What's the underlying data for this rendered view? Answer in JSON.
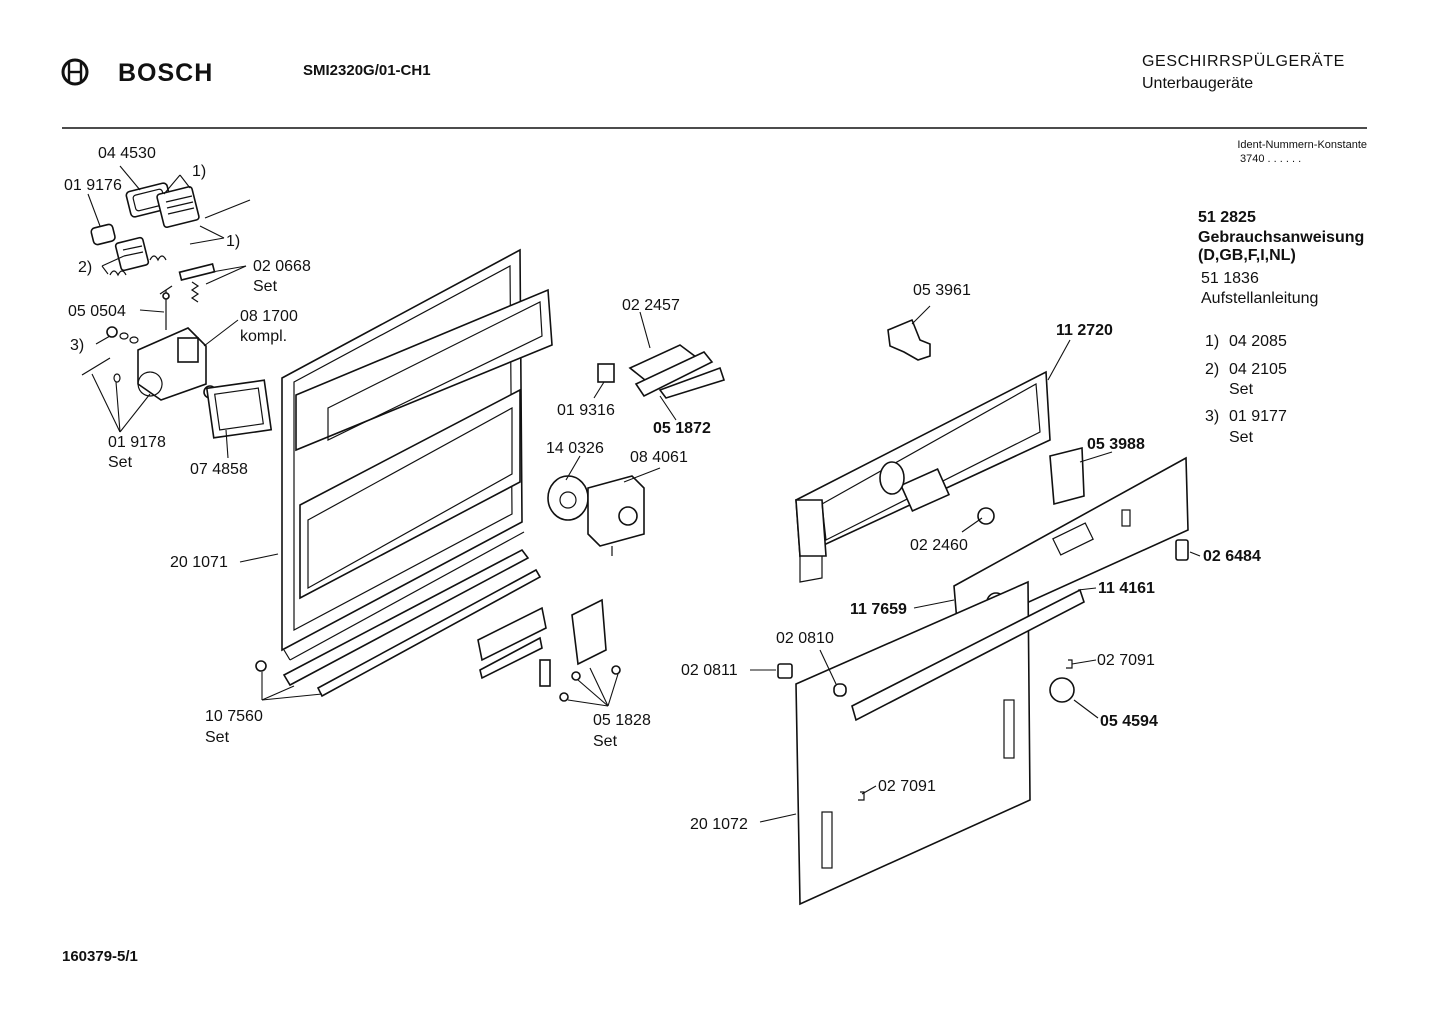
{
  "header": {
    "brand": "BOSCH",
    "model": "SMI2320G/01-CH1",
    "category": "GESCHIRRSPÜLGERÄTE",
    "subcategory": "Unterbaugeräte"
  },
  "ident": {
    "title": "Ident-Nummern-Konstante",
    "value": "3740  . .   . . . ."
  },
  "documents": [
    {
      "number": "51 2825",
      "label": "Gebrauchsanweisung",
      "extra": "(D,GB,F,I,NL)"
    },
    {
      "number": "51 1836",
      "label": "Aufstellanleitung"
    }
  ],
  "footnotes": [
    {
      "marker": "1)",
      "number": "04 2085",
      "note": ""
    },
    {
      "marker": "2)",
      "number": "04 2105",
      "note": "Set"
    },
    {
      "marker": "3)",
      "number": "01 9177",
      "note": "Set"
    }
  ],
  "parts": {
    "p044530": "04 4530",
    "p019176": "01 9176",
    "fn1a": "1)",
    "fn1b": "1)",
    "fn2": "2)",
    "fn3": "3)",
    "p020668": "02 0668",
    "p020668_note": "Set",
    "p050504": "05 0504",
    "p081700": "08 1700",
    "p081700_note": "kompl.",
    "p019178": "01 9178",
    "p019178_note": "Set",
    "p074858": "07 4858",
    "p022457": "02 2457",
    "p019316": "01 9316",
    "p051872": "05 1872",
    "p140326": "14 0326",
    "p084061": "08 4061",
    "p201071": "20 1071",
    "p107560": "10 7560",
    "p107560_note": "Set",
    "p051828": "05 1828",
    "p051828_note": "Set",
    "p053961": "05 3961",
    "p112720": "11 2720",
    "p053988": "05 3988",
    "p022460": "02 2460",
    "p026484": "02 6484",
    "p117659": "11 7659",
    "p114161": "11 4161",
    "p020810": "02 0810",
    "p020811": "02 0811",
    "p027091a": "02 7091",
    "p054594": "05 4594",
    "p027091b": "02 7091",
    "p201072": "20 1072"
  },
  "footer": {
    "doc_id": "160379-5/1"
  }
}
